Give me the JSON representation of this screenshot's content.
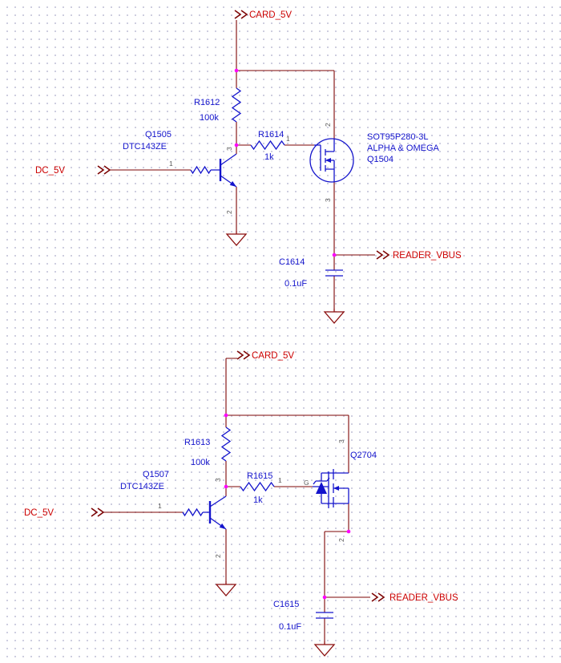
{
  "schematic": {
    "colors": {
      "wire": "#7d0505",
      "net_label": "#cc0000",
      "component": "#1414cc",
      "pin_number": "#5a5a5a",
      "junction": "#ff00ff",
      "ground": "#8b0f0f",
      "grid_dot": "#c9c9dd",
      "background": "#ffffff"
    },
    "nets": {
      "card_5v": "CARD_5V",
      "dc_5v": "DC_5V",
      "reader_vbus": "READER_VBUS"
    },
    "top": {
      "r_pullup": {
        "ref": "R1612",
        "val": "100k"
      },
      "r_gate": {
        "ref": "R1614",
        "val": "1k"
      },
      "npn": {
        "ref": "Q1505",
        "part": "DTC143ZE"
      },
      "fet": {
        "pkg": "SOT95P280-3L",
        "mfr": "ALPHA & OMEGA",
        "ref": "Q1504"
      },
      "cap": {
        "ref": "C1614",
        "val": "0.1uF"
      },
      "pins": {
        "base": "1",
        "collector": "3",
        "emitter": "2",
        "gate": "1",
        "drain": "2",
        "source": "3"
      }
    },
    "bottom": {
      "r_pullup": {
        "ref": "R1613",
        "val": "100k"
      },
      "r_gate": {
        "ref": "R1615",
        "val": "1k"
      },
      "npn": {
        "ref": "Q1507",
        "part": "DTC143ZE"
      },
      "fet": {
        "ref": "Q2704",
        "gate_label": "G"
      },
      "cap": {
        "ref": "C1615",
        "val": "0.1uF"
      },
      "pins": {
        "base": "1",
        "collector": "3",
        "emitter": "2",
        "gate": "1",
        "drain": "3",
        "source": "2"
      }
    }
  }
}
